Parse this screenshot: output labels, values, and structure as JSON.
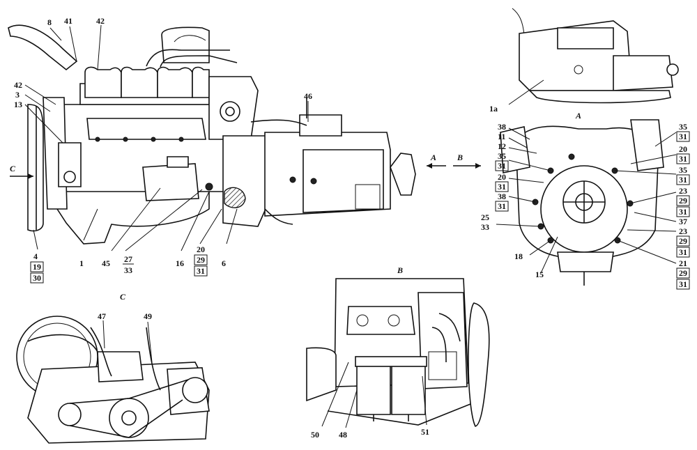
{
  "views": {
    "side_letter": "C",
    "a_letter": "A",
    "b_letter": "B",
    "c_title": "C",
    "b_title": "B",
    "a_title": "A"
  },
  "callouts": {
    "c8": "8",
    "c41": "41",
    "c42a": "42",
    "c42b": "42",
    "c3": "3",
    "c13": "13",
    "c46": "46",
    "c4": "4",
    "c19": "19",
    "c30": "30",
    "c1": "1",
    "c45": "45",
    "c27": "27",
    "c33a": "33",
    "c16": "16",
    "c20a": "20",
    "c29a": "29",
    "c31a": "31",
    "c6": "6",
    "c1a": "1a",
    "c38a": "38",
    "c11": "11",
    "c12": "12",
    "c35a": "35",
    "c31b": "31",
    "c20b": "20",
    "c31c": "31",
    "c38b": "38",
    "c31d": "31",
    "c25": "25",
    "c33b": "33",
    "c18": "18",
    "c15": "15",
    "c35b": "35",
    "c31e": "31",
    "c20c": "20",
    "c31f": "31",
    "c35c": "35",
    "c31g": "31",
    "c23a": "23",
    "c29b": "29",
    "c31h": "31",
    "c37": "37",
    "c23b": "23",
    "c29c": "29",
    "c31i": "31",
    "c21": "21",
    "c29d": "29",
    "c31j": "31",
    "c47": "47",
    "c49": "49",
    "c50": "50",
    "c48": "48",
    "c51": "51"
  }
}
